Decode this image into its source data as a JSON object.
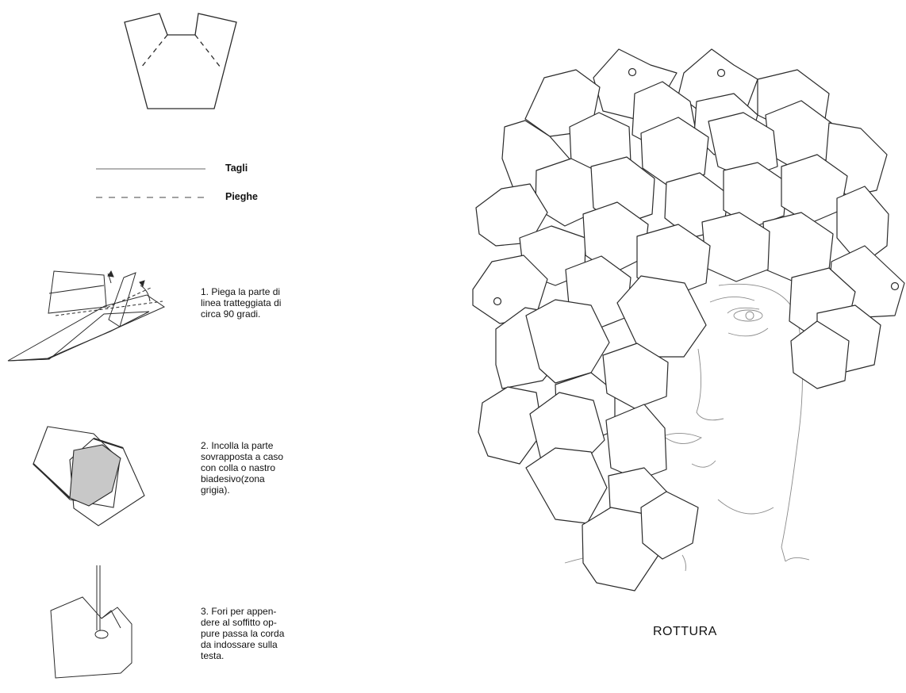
{
  "legend": {
    "cut_label": "Tagli",
    "fold_label": "Pieghe"
  },
  "steps": [
    {
      "text": "1. Piega la parte di\nlinea tratteggiata di\ncirca 90 gradi."
    },
    {
      "text": "2. Incolla la parte\nsovrapposta a caso\ncon colla o nastro\nbiadesivo(zona\ngrigia)."
    },
    {
      "text": "3. Fori per appen-\ndere al soffitto op-\npure passa la corda\nda indossare sulla\ntesta."
    }
  ],
  "title": "ROTTURA",
  "colors": {
    "stroke": "#2b2b2b",
    "glue": "#c8c8c8",
    "legend_line": "#9a9a9a",
    "face": "#8a8a8a"
  }
}
